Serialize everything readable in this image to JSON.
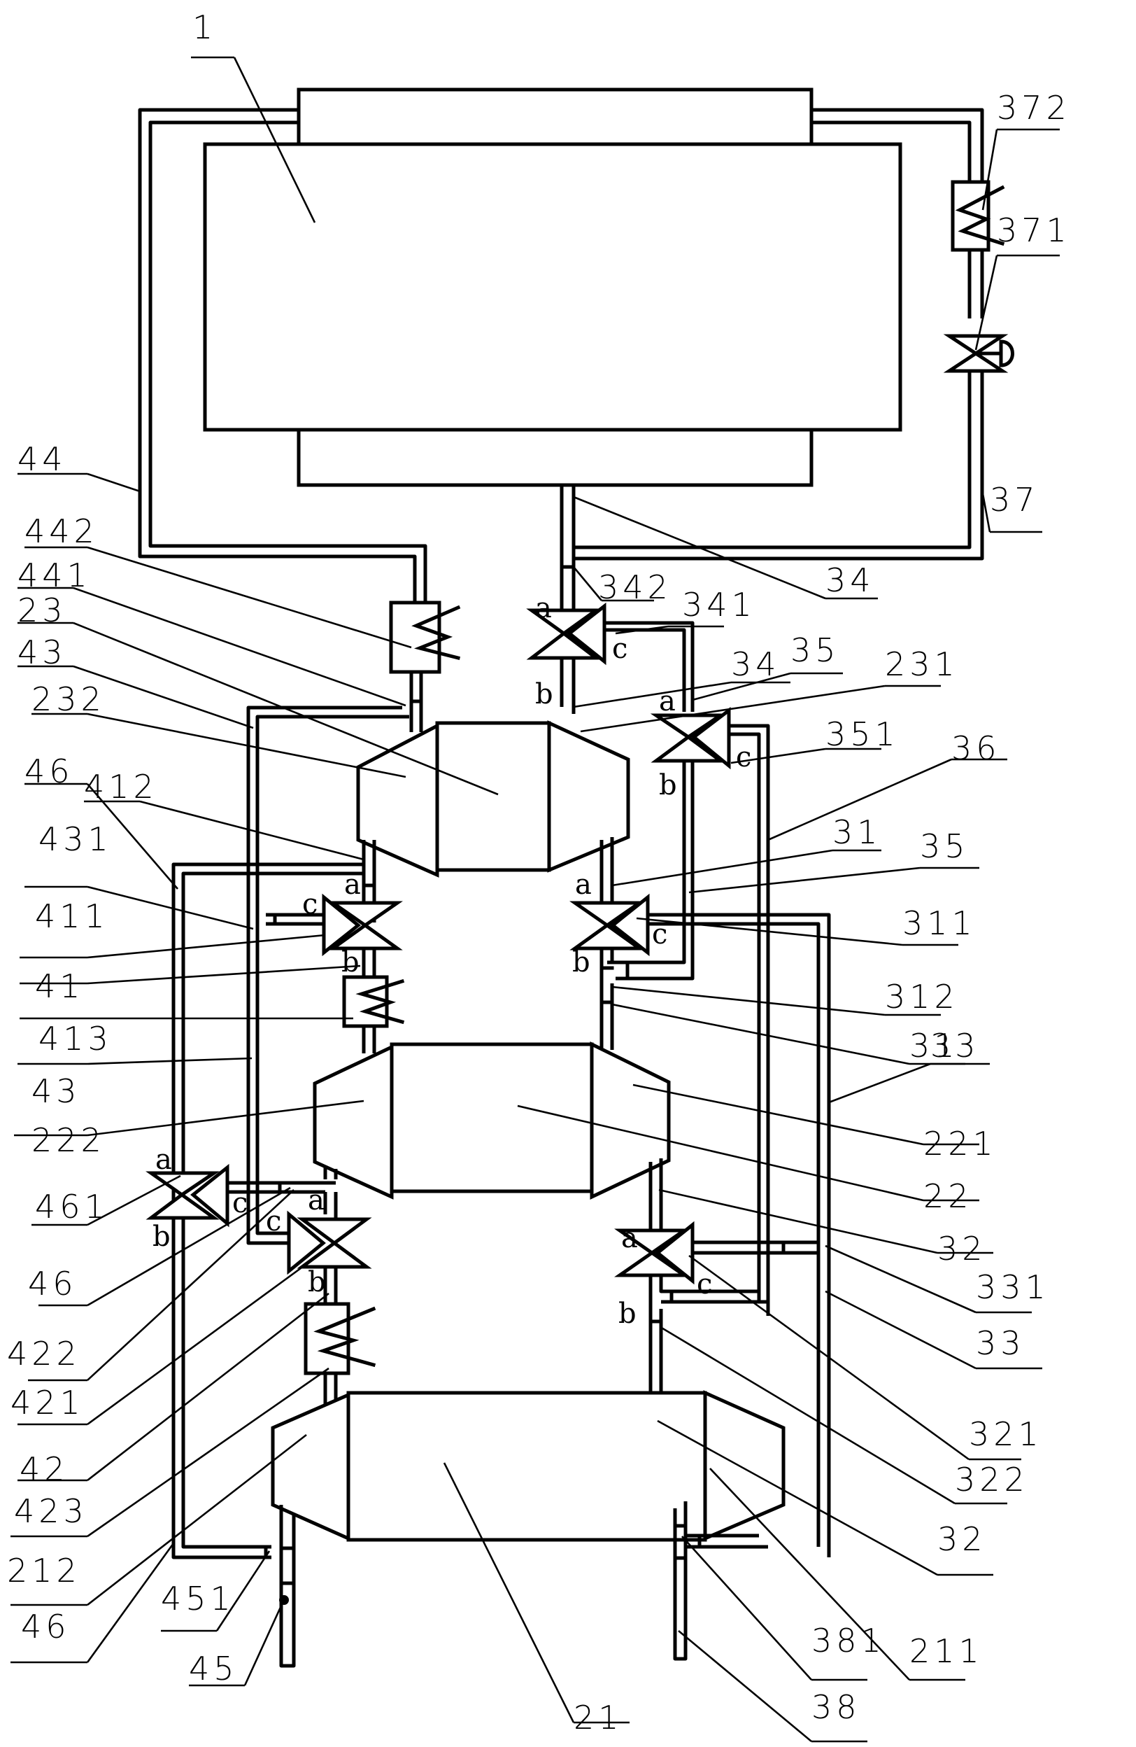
{
  "figure": {
    "type": "patent schematic",
    "line_color": "#000000",
    "background": "#ffffff"
  },
  "components": {
    "main_unit": {
      "ref": "1"
    },
    "reactor_bottom": {
      "ref": "21",
      "inlet_end": "211",
      "outlet_end": "212"
    },
    "reactor_middle": {
      "ref": "22",
      "inlet_end": "221",
      "outlet_end": "222"
    },
    "reactor_top": {
      "ref": "23",
      "inlet_end": "231",
      "outlet_end": "232"
    }
  },
  "valve_ports": {
    "a": "a",
    "b": "b",
    "c": "c"
  },
  "labels": [
    {
      "id": "1",
      "text": "1"
    },
    {
      "id": "44",
      "text": "44"
    },
    {
      "id": "442",
      "text": "442"
    },
    {
      "id": "441",
      "text": "441"
    },
    {
      "id": "23",
      "text": "23"
    },
    {
      "id": "43a",
      "text": "43"
    },
    {
      "id": "232",
      "text": "232"
    },
    {
      "id": "46a",
      "text": "46"
    },
    {
      "id": "412",
      "text": "412"
    },
    {
      "id": "431",
      "text": "431"
    },
    {
      "id": "411",
      "text": "411"
    },
    {
      "id": "41",
      "text": "41"
    },
    {
      "id": "413",
      "text": "413"
    },
    {
      "id": "43b",
      "text": "43"
    },
    {
      "id": "222",
      "text": "222"
    },
    {
      "id": "461",
      "text": "461"
    },
    {
      "id": "46b",
      "text": "46"
    },
    {
      "id": "422",
      "text": "422"
    },
    {
      "id": "421",
      "text": "421"
    },
    {
      "id": "42",
      "text": "42"
    },
    {
      "id": "423",
      "text": "423"
    },
    {
      "id": "212",
      "text": "212"
    },
    {
      "id": "46c",
      "text": "46"
    },
    {
      "id": "451",
      "text": "451"
    },
    {
      "id": "45",
      "text": "45"
    },
    {
      "id": "21",
      "text": "21"
    },
    {
      "id": "38",
      "text": "38"
    },
    {
      "id": "381",
      "text": "381"
    },
    {
      "id": "211",
      "text": "211"
    },
    {
      "id": "32b",
      "text": "32"
    },
    {
      "id": "322",
      "text": "322"
    },
    {
      "id": "321",
      "text": "321"
    },
    {
      "id": "33b",
      "text": "33"
    },
    {
      "id": "331",
      "text": "331"
    },
    {
      "id": "32a",
      "text": "32"
    },
    {
      "id": "22",
      "text": "22"
    },
    {
      "id": "221",
      "text": "221"
    },
    {
      "id": "33a",
      "text": "33"
    },
    {
      "id": "31b",
      "text": "31"
    },
    {
      "id": "312",
      "text": "312"
    },
    {
      "id": "311",
      "text": "311"
    },
    {
      "id": "35b",
      "text": "35"
    },
    {
      "id": "31a",
      "text": "31"
    },
    {
      "id": "36",
      "text": "36"
    },
    {
      "id": "351",
      "text": "351"
    },
    {
      "id": "231",
      "text": "231"
    },
    {
      "id": "35a",
      "text": "35"
    },
    {
      "id": "34b",
      "text": "34"
    },
    {
      "id": "341",
      "text": "341"
    },
    {
      "id": "342",
      "text": "342"
    },
    {
      "id": "34a",
      "text": "34"
    },
    {
      "id": "37",
      "text": "37"
    },
    {
      "id": "371",
      "text": "371"
    },
    {
      "id": "372",
      "text": "372"
    }
  ]
}
